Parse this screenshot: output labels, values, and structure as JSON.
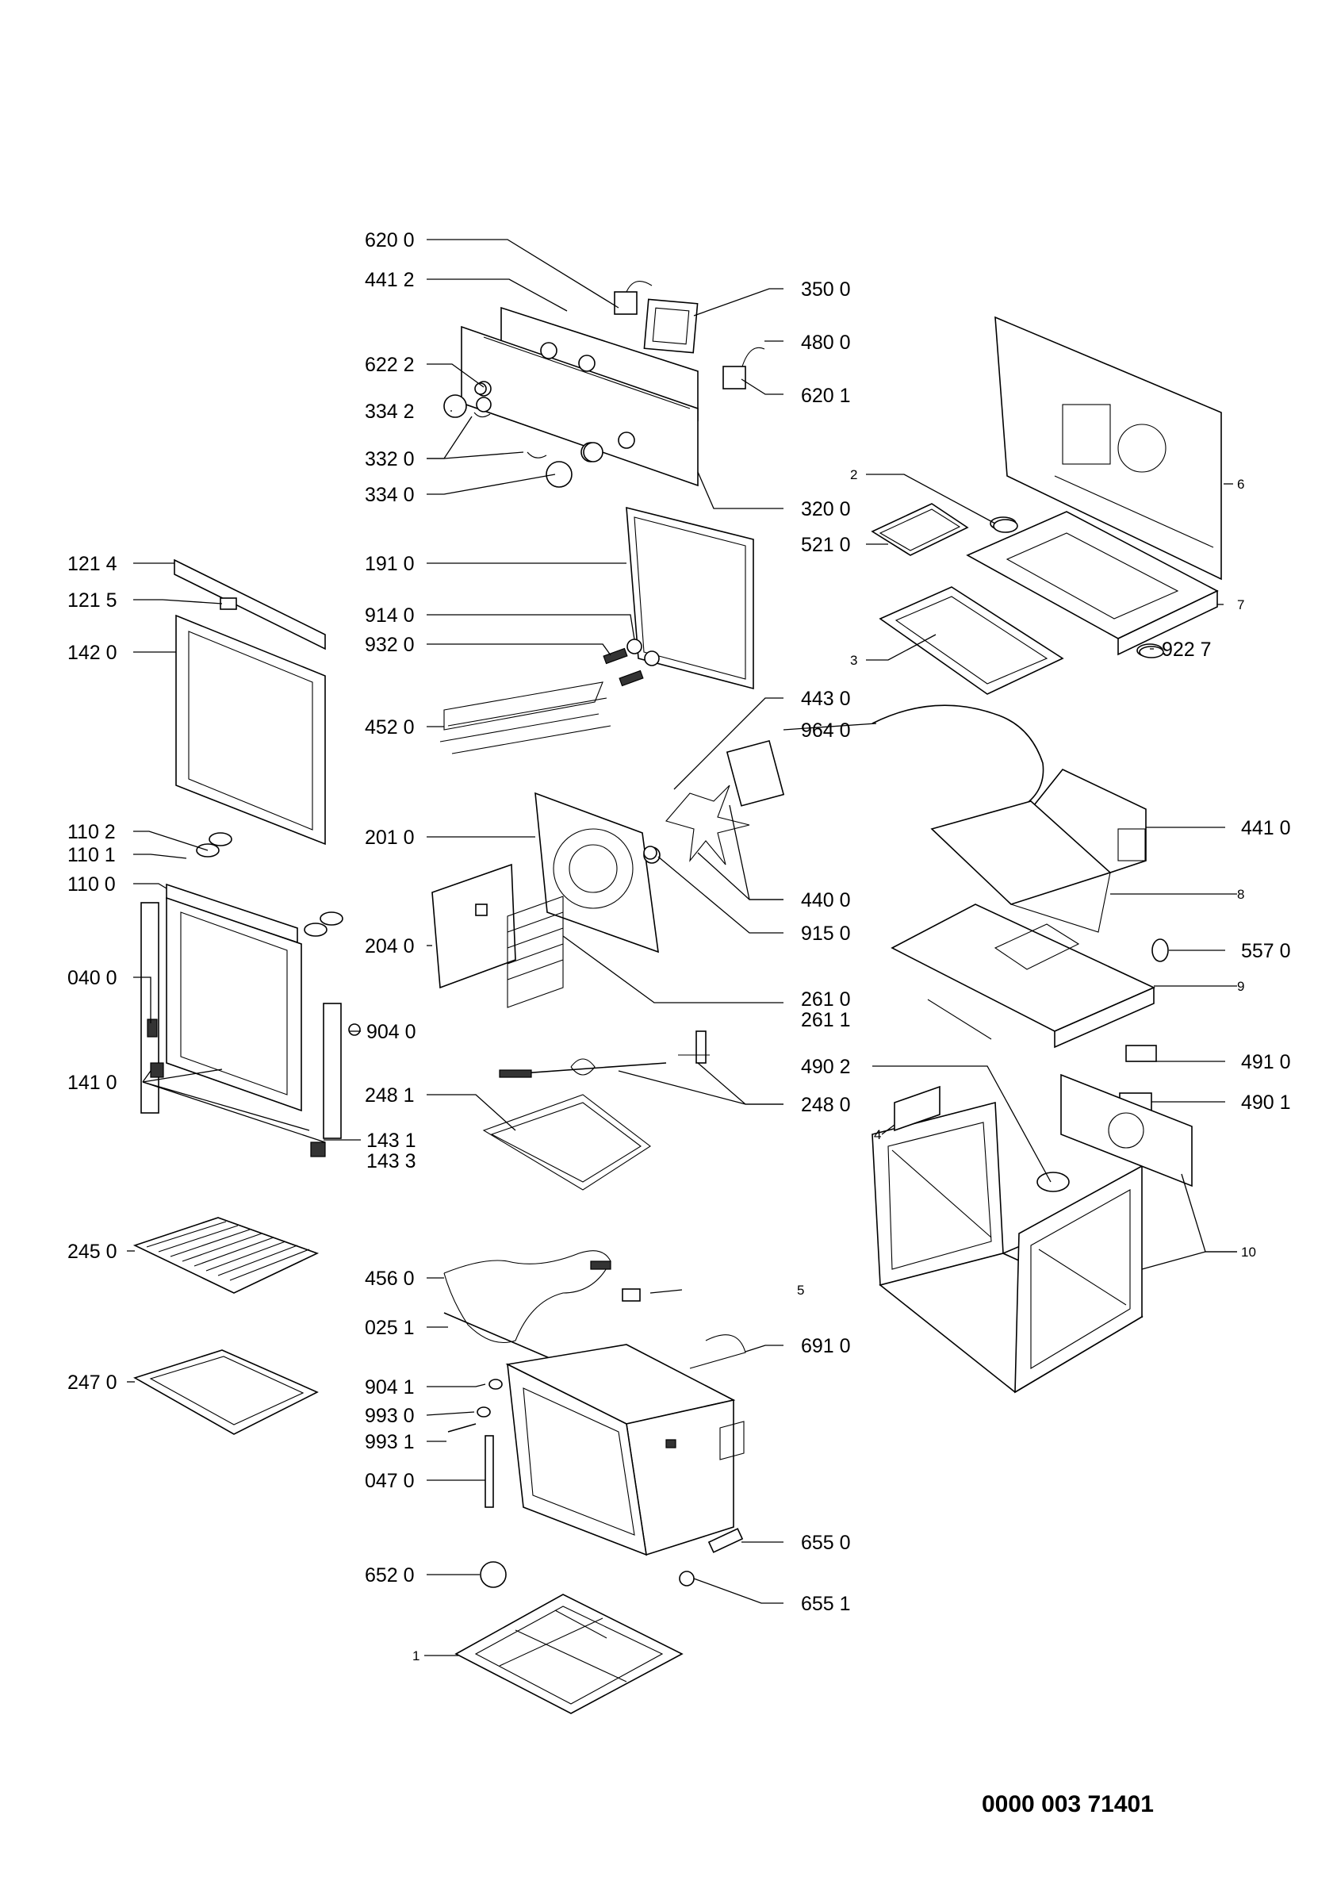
{
  "document_number": "0000 003 71401",
  "labels": {
    "l6200": "620 0",
    "l4412": "441 2",
    "l6222": "622 2",
    "l3342": "334 2",
    "l3320": "332 0",
    "l3340": "334 0",
    "l3500": "350 0",
    "l4800": "480 0",
    "l6201": "620 1",
    "l3200": "320 0",
    "l1214": "121 4",
    "l1215": "121 5",
    "l1420": "142 0",
    "l1910": "191 0",
    "l9140": "914 0",
    "l9320": "932 0",
    "l4520": "452 0",
    "l4430": "443 0",
    "l9640": "964 0",
    "l1102": "110 2",
    "l1101": "110 1",
    "l1100": "110 0",
    "l0400": "040 0",
    "l1410": "141 0",
    "l2010": "201 0",
    "l2040": "204 0",
    "l9040": "904 0",
    "l4400": "440 0",
    "l9150": "915 0",
    "l2610": "261 0",
    "l2611": "261 1",
    "l2481": "248 1",
    "l2480": "248 0",
    "l1431": "143 1",
    "l1433": "143 3",
    "l2450": "245 0",
    "l2470": "247 0",
    "l4560": "456 0",
    "l0251": "025 1",
    "l9041": "904 1",
    "l9930": "993 0",
    "l9931": "993 1",
    "l0470": "047 0",
    "l6520": "652 0",
    "l6910": "691 0",
    "l6550": "655 0",
    "l6551": "655 1",
    "l5210": "521 0",
    "l9227": "922 7",
    "l4410": "441 0",
    "l5570": "557 0",
    "l4910": "491 0",
    "l4902": "490 2",
    "l4901": "490 1",
    "n1": "1",
    "n2": "2",
    "n3": "3",
    "n4": "4",
    "n5": "5",
    "n6": "6",
    "n7": "7",
    "n8": "8",
    "n9": "9",
    "n10": "10"
  }
}
